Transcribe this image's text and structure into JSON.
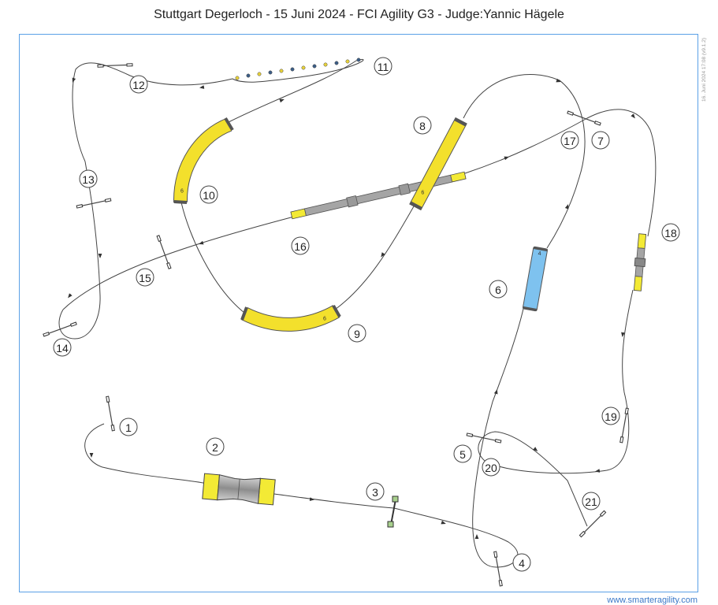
{
  "header": {
    "title": "Stuttgart Degerloch - 15 Juni 2024 - FCI Agility G3 - Judge:Yannic Hägele"
  },
  "side_note": "16. Juni 2024 17:08 (v9.1.2)",
  "footer": {
    "website": "www.smarteragility.com"
  },
  "colors": {
    "path": "#444444",
    "arena_border": "#5aa0e6",
    "tunnel_yellow": "#f3e02c",
    "aframe_yellow": "#f3e02c",
    "tunnel_blue": "#7ec2ef",
    "walk_gray": "#a8a8a8",
    "weave_yellow": "#e8d23a",
    "weave_blue": "#3b5d86"
  },
  "obstacles": {
    "tunnel_6": {
      "label": "4"
    },
    "tunnel_8": {
      "label": "6"
    },
    "tunnel_9": {
      "label": "6"
    },
    "tunnel_10": {
      "label": "6"
    }
  },
  "numbers": [
    {
      "id": "1",
      "label": "1"
    },
    {
      "id": "2",
      "label": "2"
    },
    {
      "id": "3",
      "label": "3"
    },
    {
      "id": "4",
      "label": "4"
    },
    {
      "id": "5",
      "label": "5"
    },
    {
      "id": "6",
      "label": "6"
    },
    {
      "id": "7",
      "label": "7"
    },
    {
      "id": "8",
      "label": "8"
    },
    {
      "id": "9",
      "label": "9"
    },
    {
      "id": "10",
      "label": "10"
    },
    {
      "id": "11",
      "label": "11"
    },
    {
      "id": "12",
      "label": "12"
    },
    {
      "id": "13",
      "label": "13"
    },
    {
      "id": "14",
      "label": "14"
    },
    {
      "id": "15",
      "label": "15"
    },
    {
      "id": "16",
      "label": "16"
    },
    {
      "id": "17",
      "label": "17"
    },
    {
      "id": "18",
      "label": "18"
    },
    {
      "id": "19",
      "label": "19"
    },
    {
      "id": "20",
      "label": "20"
    },
    {
      "id": "21",
      "label": "21"
    }
  ]
}
